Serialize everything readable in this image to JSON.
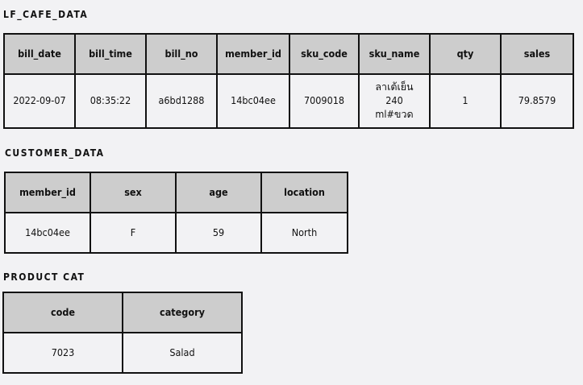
{
  "lf_cafe": {
    "title": "LF_CAFE_DATA",
    "headers": [
      "bill_date",
      "bill_time",
      "bill_no",
      "member_id",
      "sku_code",
      "sku_name",
      "qty",
      "sales"
    ],
    "row": [
      "2022-09-07",
      "08:35:22",
      "a6bd1288",
      "14bc04ee",
      "7009018",
      "ลาเต้เย็น 240 ml#ขวด",
      "1",
      "79.8579"
    ]
  },
  "customer": {
    "title": "CUSTOMER_DATA",
    "headers": [
      "member_id",
      "sex",
      "age",
      "location"
    ],
    "row": [
      "14bc04ee",
      "F",
      "59",
      "North"
    ]
  },
  "product": {
    "title": "PRODUCT CAT",
    "headers": [
      "code",
      "category"
    ],
    "row": [
      "7023",
      "Salad"
    ]
  }
}
